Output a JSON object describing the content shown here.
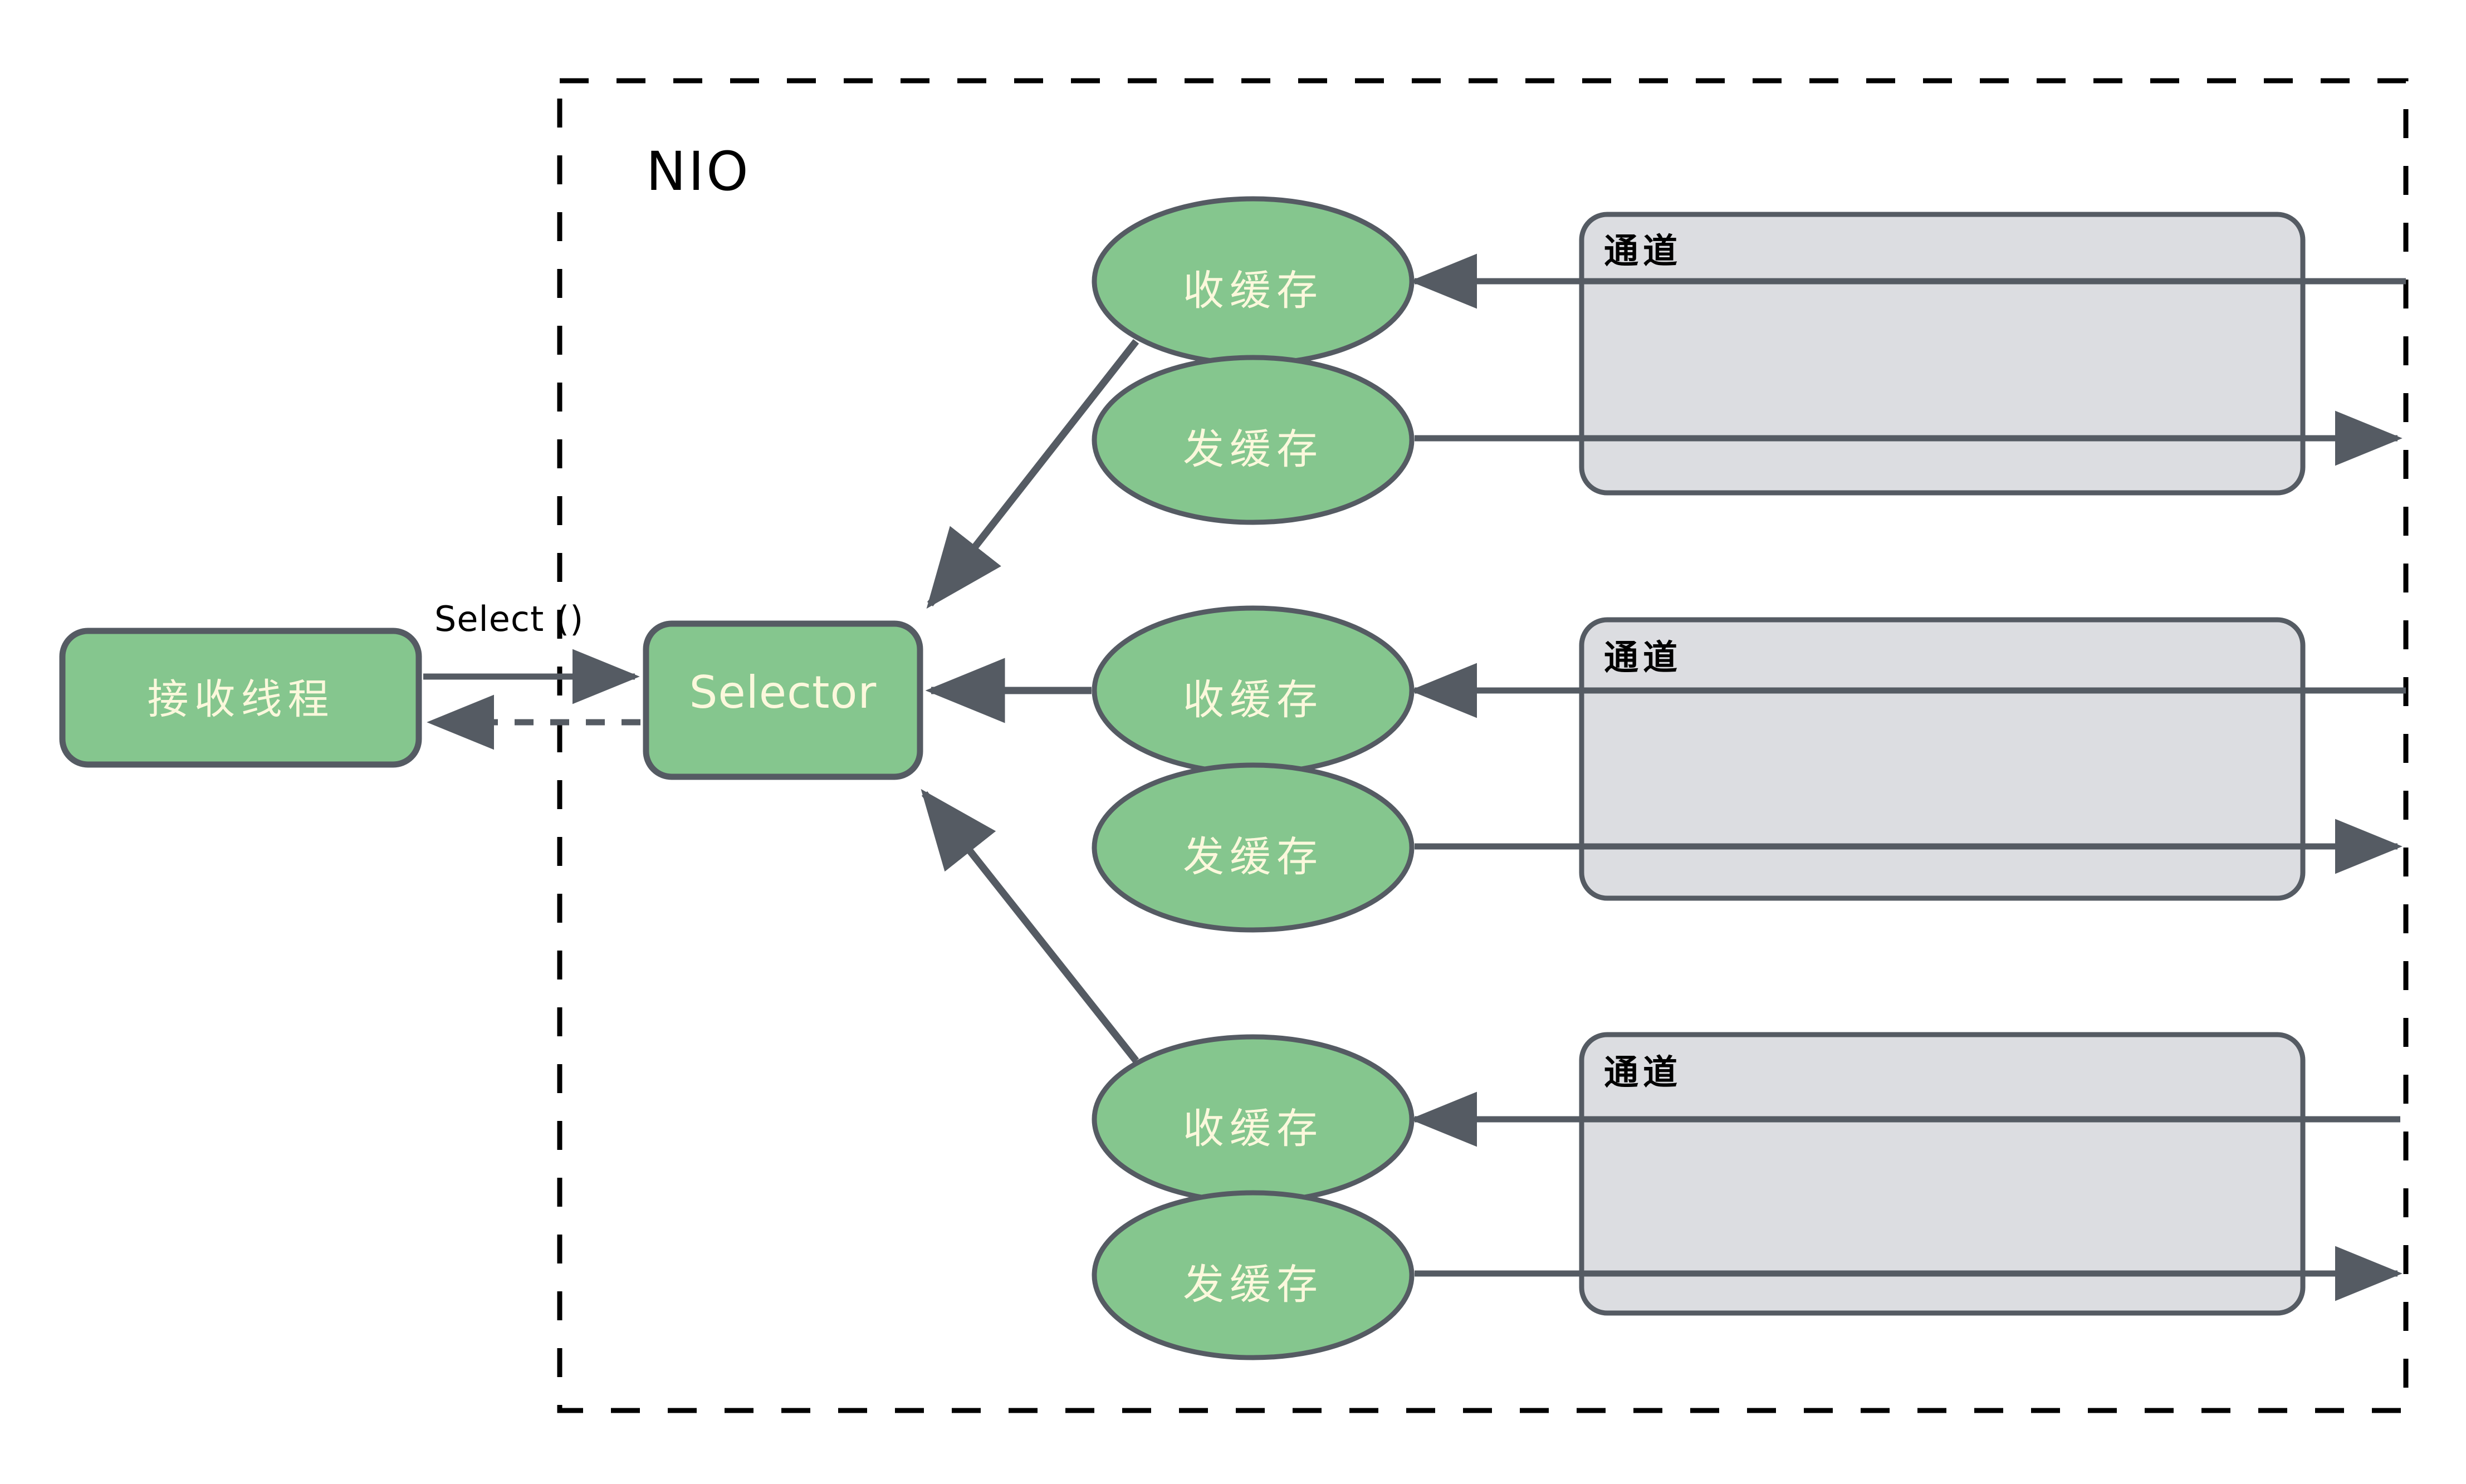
{
  "diagram": {
    "type": "flow-diagram",
    "boundary": {
      "label": "NIO",
      "style": "dashed",
      "color": "#000000"
    },
    "colors": {
      "node_fill": "#85C68E",
      "node_stroke": "#555B63",
      "node_text": "#FBF8DC",
      "channel_fill": "#DCDDE1",
      "channel_stroke": "#555B63",
      "arrow": "#555B63",
      "boundary": "#000000",
      "background": "#FFFFFF"
    },
    "nodes": {
      "receive_thread": {
        "label": "接收线程",
        "shape": "rounded-rect"
      },
      "selector": {
        "label": "Selector",
        "shape": "rounded-rect"
      },
      "recv_buffer": {
        "label": "收缓存",
        "shape": "ellipse"
      },
      "send_buffer": {
        "label": "发缓存",
        "shape": "ellipse"
      },
      "channel": {
        "label": "通道",
        "shape": "rounded-rect"
      }
    },
    "edges": {
      "select_call": {
        "label": "Select ()",
        "style": "solid",
        "direction": "right"
      },
      "select_return": {
        "label": "",
        "style": "dashed",
        "direction": "left"
      }
    },
    "groups": [
      {
        "index": 1,
        "recv_buffer": "收缓存",
        "send_buffer": "发缓存",
        "channel": "通道"
      },
      {
        "index": 2,
        "recv_buffer": "收缓存",
        "send_buffer": "发缓存",
        "channel": "通道"
      },
      {
        "index": 3,
        "recv_buffer": "收缓存",
        "send_buffer": "发缓存",
        "channel": "通道"
      }
    ]
  }
}
